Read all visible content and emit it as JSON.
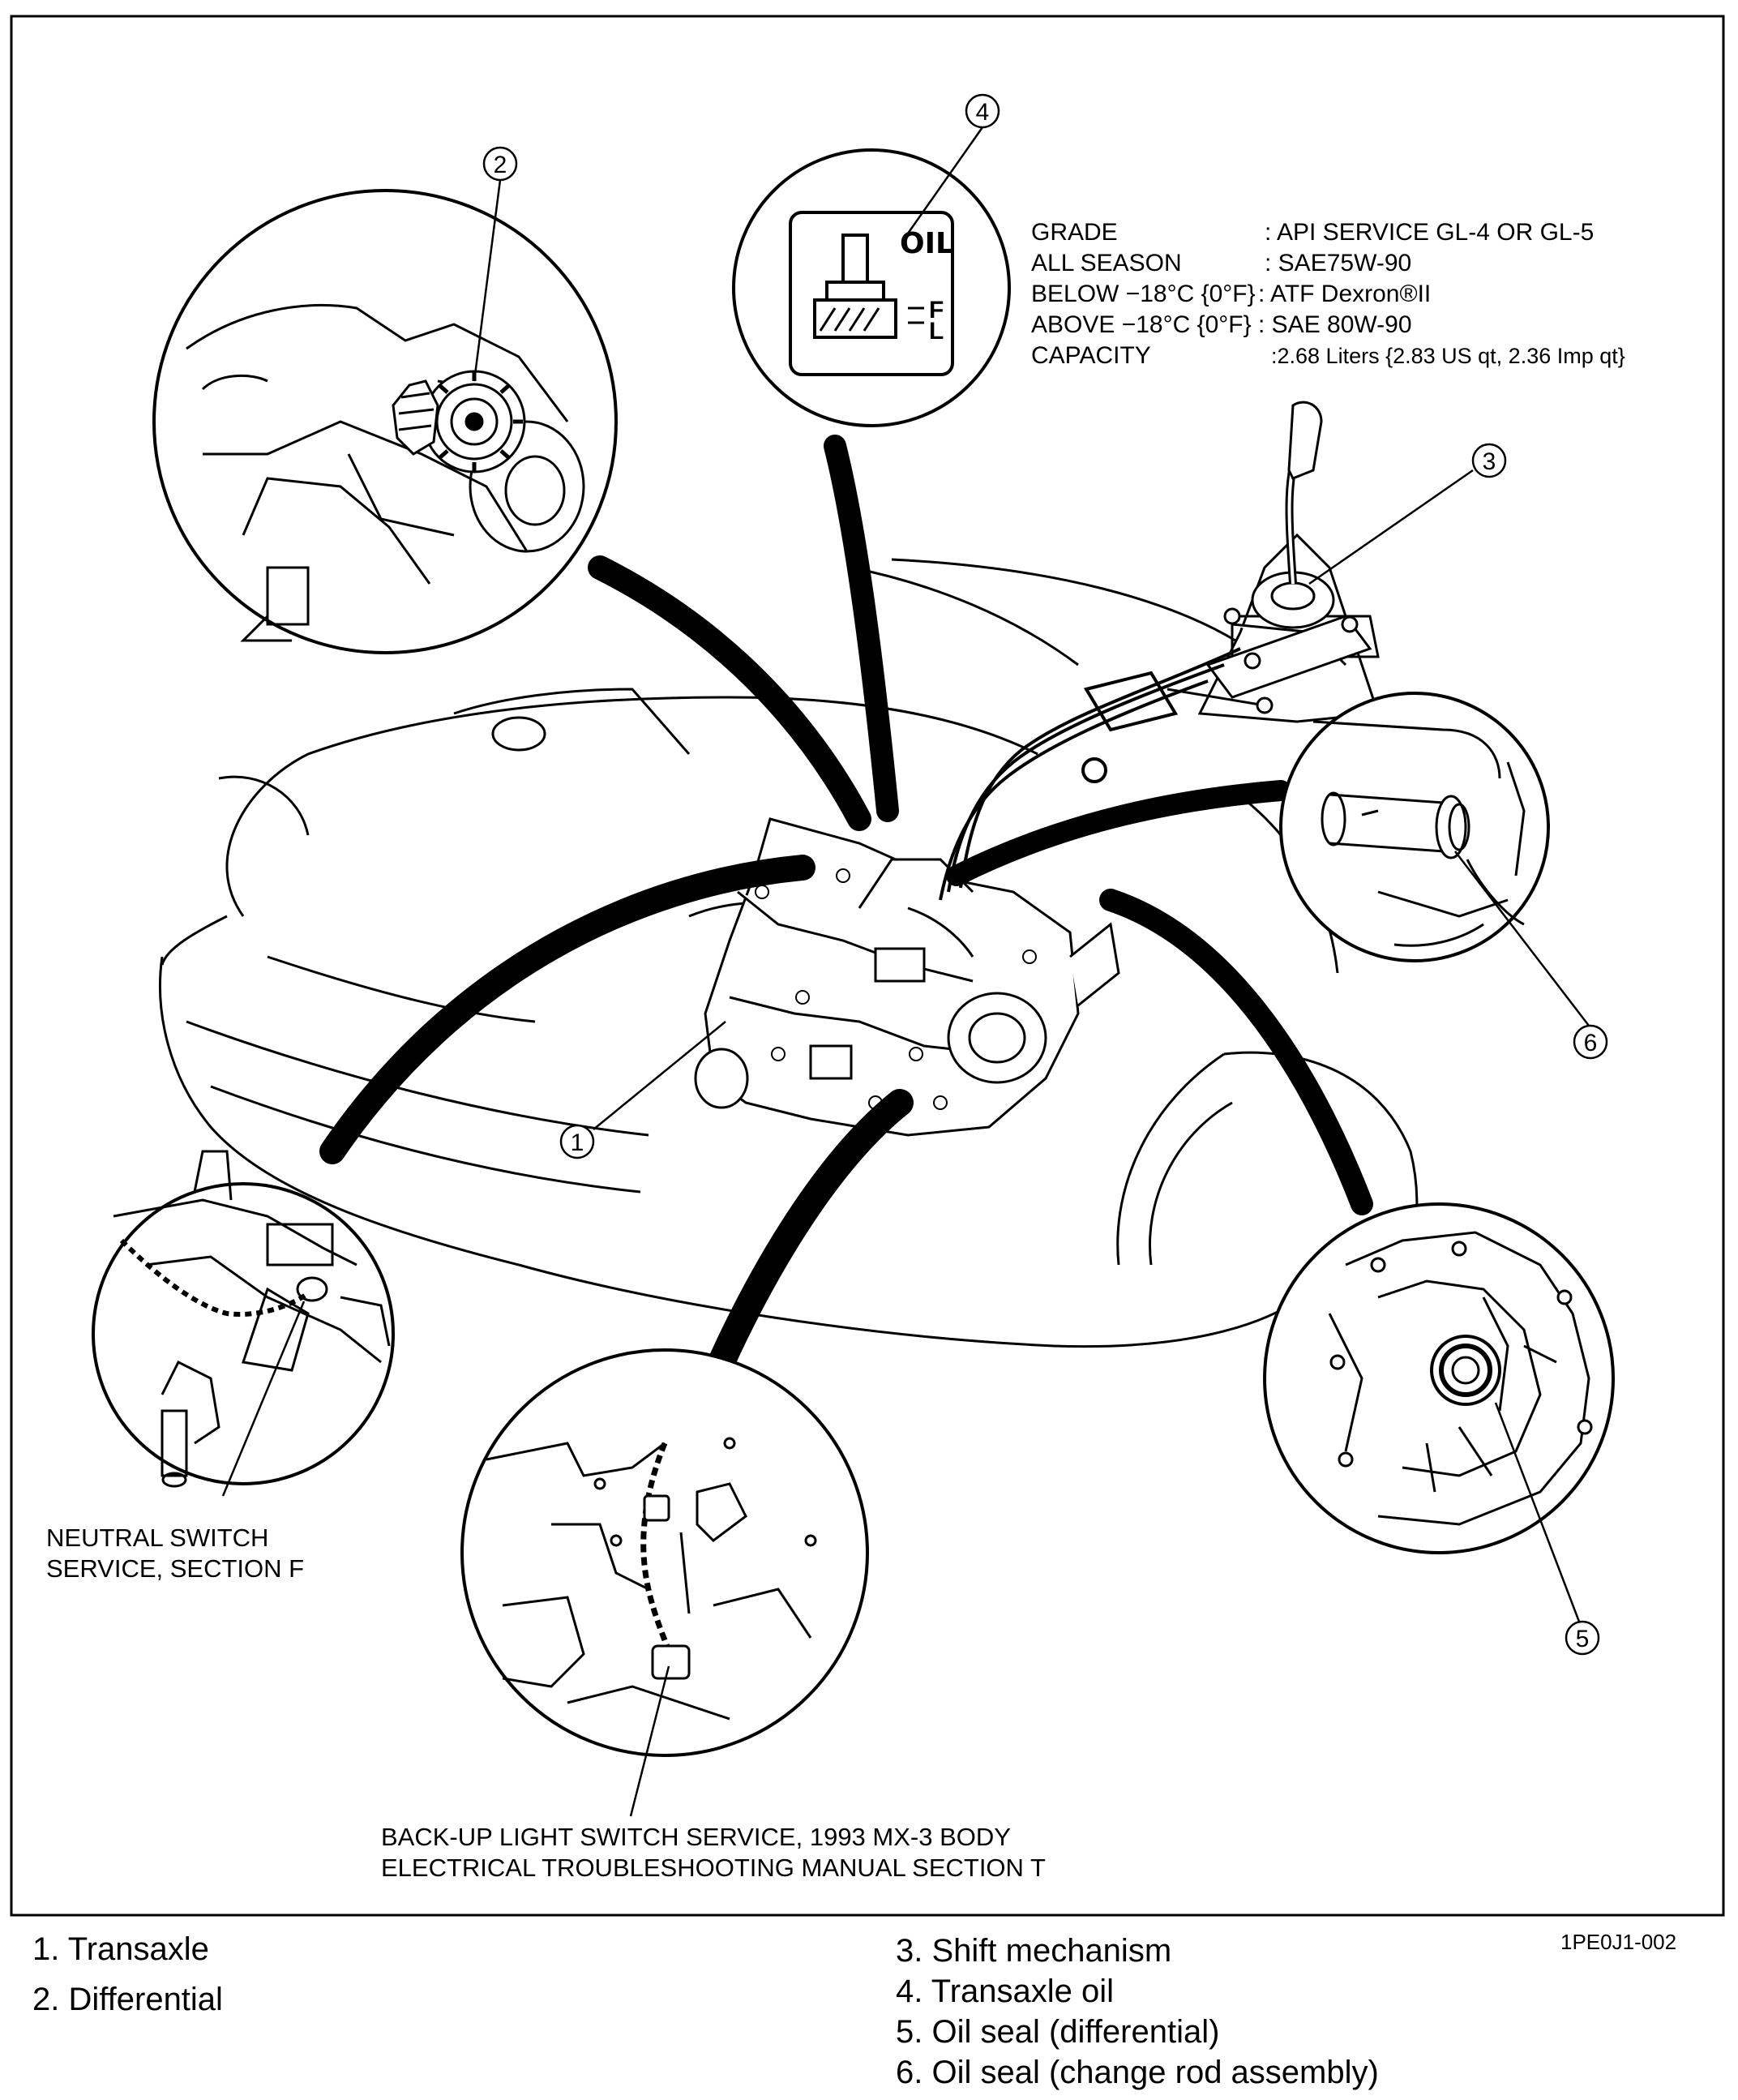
{
  "callouts": {
    "c1": "1",
    "c2": "2",
    "c3": "3",
    "c4": "4",
    "c5": "5",
    "c6": "6"
  },
  "oil_label": "OIL",
  "oil_levels": {
    "full": "F",
    "low": "L"
  },
  "oil_spec": {
    "grade_label": "GRADE",
    "grade_value": ": API SERVICE GL-4 OR GL-5",
    "all_season_label": "ALL SEASON",
    "all_season_value": ": SAE75W-90",
    "below_label": "BELOW −18°C {0°F}",
    "below_value": ": ATF Dexron®II",
    "above_label": "ABOVE −18°C {0°F}",
    "above_value": ": SAE 80W-90",
    "capacity_label": "CAPACITY",
    "capacity_value": ":2.68 Liters {2.83 US qt, 2.36 Imp qt}"
  },
  "notes": {
    "neutral_line1": "NEUTRAL SWITCH",
    "neutral_line2": "SERVICE, SECTION F",
    "backup_line1": "BACK-UP LIGHT SWITCH SERVICE, 1993 MX-3 BODY",
    "backup_line2": "ELECTRICAL TROUBLESHOOTING MANUAL SECTION T"
  },
  "figure_code": "1PE0J1-002",
  "legend": [
    "1. Transaxle",
    "2. Differential",
    "3. Shift mechanism",
    "4. Transaxle oil",
    "5. Oil seal (differential)",
    "6. Oil seal (change rod assembly)"
  ]
}
